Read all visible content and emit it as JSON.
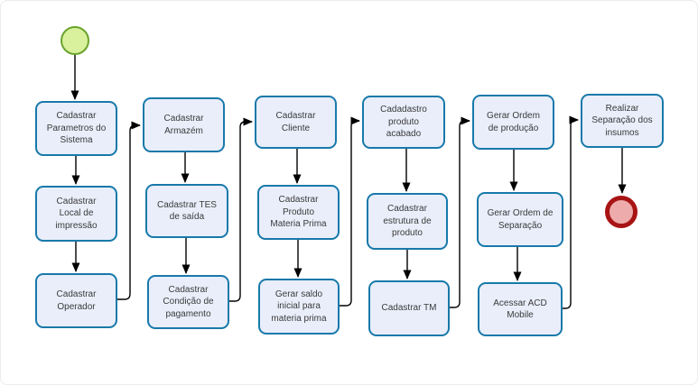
{
  "diagram": {
    "type": "flowchart",
    "start_event": {
      "name": "start"
    },
    "end_event": {
      "name": "end"
    },
    "steps": [
      {
        "label": "Cadastrar\nParametros do\nSistema"
      },
      {
        "label": "Cadastrar\nLocal de\nimpressão"
      },
      {
        "label": "Cadastrar\nOperador"
      },
      {
        "label": "Cadastrar\nArmazém"
      },
      {
        "label": "Cadastrar TES\nde saída"
      },
      {
        "label": "Cadastrar\nCondição de\npagamento"
      },
      {
        "label": "Cadastrar\nCliente"
      },
      {
        "label": "Cadastrar\nProduto\nMateria Prima"
      },
      {
        "label": "Gerar saldo\ninicial para\nmateria prima"
      },
      {
        "label": "Cadadastro\nproduto\nacabado"
      },
      {
        "label": "Cadastrar\nestrutura de\nproduto"
      },
      {
        "label": "Cadastrar TM"
      },
      {
        "label": "Gerar Ordem\nde produção"
      },
      {
        "label": "Gerar Ordem de\nSeparação"
      },
      {
        "label": "Acessar ACD\nMobile"
      },
      {
        "label": "Realizar\nSeparação dos\ninsumos"
      }
    ],
    "edges": [
      [
        "start",
        0
      ],
      [
        0,
        1
      ],
      [
        1,
        2
      ],
      [
        2,
        3
      ],
      [
        3,
        4
      ],
      [
        4,
        5
      ],
      [
        5,
        6
      ],
      [
        6,
        7
      ],
      [
        7,
        8
      ],
      [
        8,
        9
      ],
      [
        9,
        10
      ],
      [
        10,
        11
      ],
      [
        11,
        12
      ],
      [
        12,
        13
      ],
      [
        13,
        14
      ],
      [
        14,
        15
      ],
      [
        15,
        "end"
      ]
    ]
  },
  "colors": {
    "node_fill": "#e9eefa",
    "node_border": "#1879aa",
    "start_fill": "#d9f09c",
    "start_border": "#6aa42c",
    "end_fill": "#eeabab",
    "end_border": "#a81414",
    "edge": "#000000"
  }
}
